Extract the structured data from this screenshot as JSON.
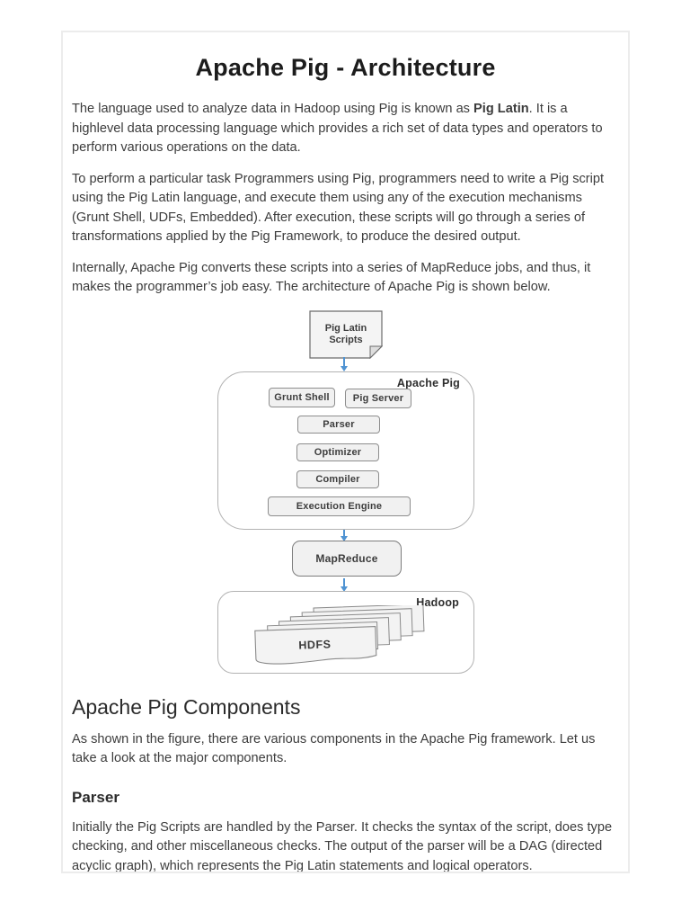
{
  "page": {
    "title": "Apache Pig - Architecture",
    "headings": {
      "components": "Apache Pig Components",
      "parser": "Parser"
    },
    "paragraphs": {
      "p1_before": "The language used to analyze data in Hadoop using Pig is known as ",
      "p1_bold": "Pig Latin",
      "p1_after": ". It is a highlevel data processing language which provides a rich set of data types and operators to perform various operations on the data.",
      "p2": "To perform a particular task Programmers using Pig, programmers need to write a Pig script using the Pig Latin language, and execute them using any of the execution mechanisms (Grunt Shell, UDFs, Embedded). After execution, these scripts will go through a series of transformations applied by the Pig Framework, to produce the desired output.",
      "p3": "Internally, Apache Pig converts these scripts into a series of MapReduce jobs, and thus, it makes the programmer’s job easy. The architecture of Apache Pig is shown below.",
      "p4": "As shown in the figure, there are various components in the Apache Pig framework. Let us take a look at the major components.",
      "p5": "Initially the Pig Scripts are handled by the Parser. It checks the syntax of the script, does type checking, and other miscellaneous checks. The output of the parser will be a DAG (directed acyclic graph), which represents the Pig Latin statements and logical operators."
    }
  },
  "diagram": {
    "pig_latin_scripts": {
      "line1": "Pig Latin",
      "line2": "Scripts"
    },
    "apache_pig_label": "Apache Pig",
    "grunt_shell": "Grunt Shell",
    "pig_server": "Pig Server",
    "parser": "Parser",
    "optimizer": "Optimizer",
    "compiler": "Compiler",
    "execution_engine": "Execution Engine",
    "mapreduce": "MapReduce",
    "hadoop_label": "Hadoop",
    "hdfs": "HDFS",
    "colors": {
      "arrow": "#4f93d2",
      "box_fill": "#f1f1f1",
      "box_border": "#8d8d8d",
      "container_border": "#b3b3b3",
      "page_border": "#ececec"
    }
  }
}
